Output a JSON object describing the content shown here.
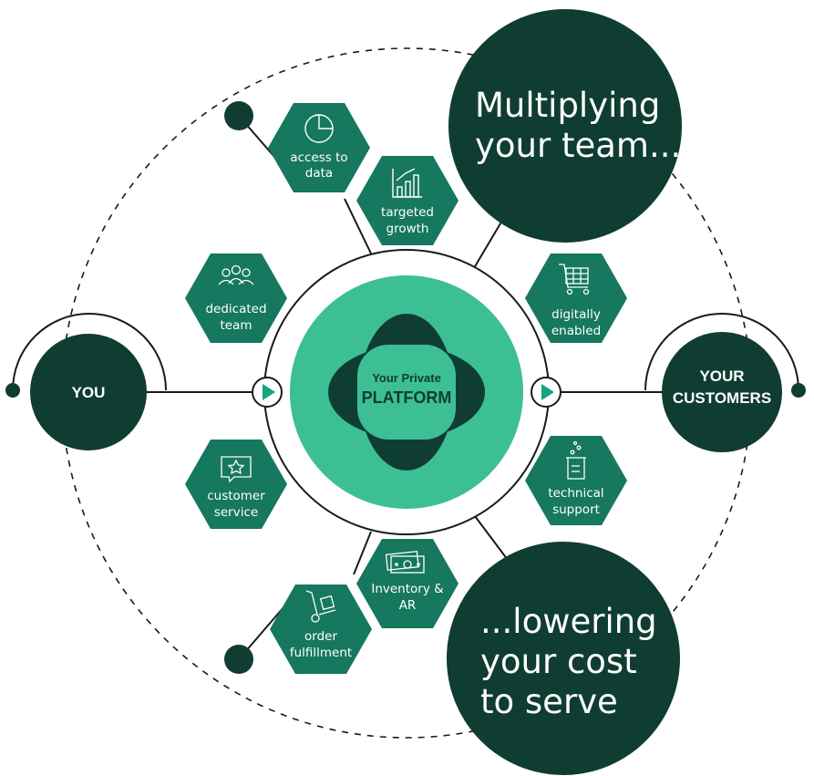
{
  "colors": {
    "dark": "#0f3d31",
    "hex": "#16785e",
    "platform": "#3dbf95",
    "white": "#ffffff"
  },
  "you": {
    "label": "YOU"
  },
  "customers": {
    "label_line1": "YOUR",
    "label_line2": "CUSTOMERS"
  },
  "platform": {
    "line1": "Your Private",
    "line2": "PLATFORM"
  },
  "headline_top": {
    "line1": "Multiplying",
    "line2": "your team..."
  },
  "headline_bottom": {
    "line1": "...lowering",
    "line2": "your cost",
    "line3": "to serve"
  },
  "features": {
    "access_data": {
      "line1": "access to",
      "line2": "data",
      "icon": "pie-chart-icon"
    },
    "targeted_growth": {
      "line1": "targeted",
      "line2": "growth",
      "icon": "bar-chart-icon"
    },
    "dedicated_team": {
      "line1": "dedicated",
      "line2": "team",
      "icon": "team-icon"
    },
    "digitally_enabled": {
      "line1": "digitally",
      "line2": "enabled",
      "icon": "shopping-cart-icon"
    },
    "customer_service": {
      "line1": "customer",
      "line2": "service",
      "icon": "star-chat-icon"
    },
    "technical_support": {
      "line1": "technical",
      "line2": "support",
      "icon": "beaker-icon"
    },
    "inventory_ar": {
      "line1": "Inventory &",
      "line2": "AR",
      "icon": "cash-icon"
    },
    "order_fulfillment": {
      "line1": "order",
      "line2": "fulfillment",
      "icon": "hand-truck-icon"
    }
  }
}
